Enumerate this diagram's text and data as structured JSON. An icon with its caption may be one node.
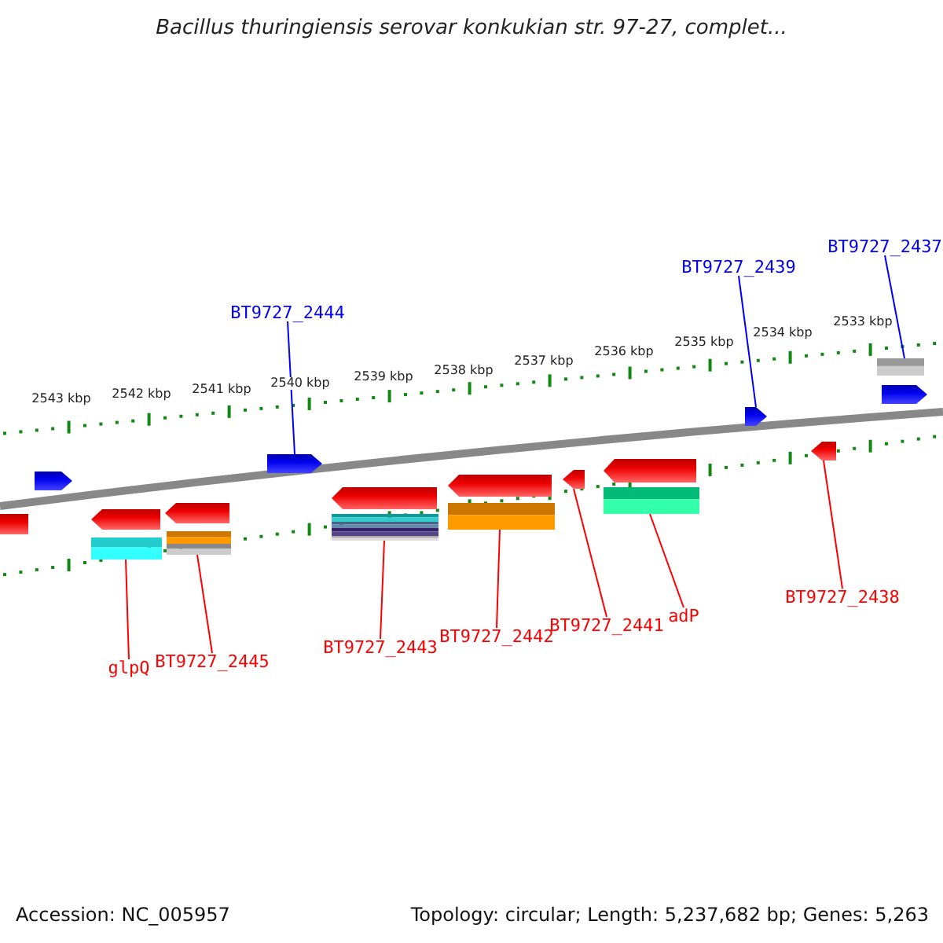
{
  "diagram": {
    "title": "Bacillus thuringiensis serovar konkukian str. 97-27, complet...",
    "nodes": [
      {
        "text": [
          "BT9727_2444"
        ]
      },
      {
        "text": [
          "BT9727_2439"
        ]
      },
      {
        "text": [
          "BT9727_2437"
        ]
      },
      {
        "text": [
          "glpQ"
        ]
      },
      {
        "text": [
          "BT9727_2445"
        ]
      },
      {
        "text": [
          "BT9727_2443"
        ]
      },
      {
        "text": [
          "BT9727_2442"
        ]
      },
      {
        "text": [
          "BT9727_2441"
        ]
      },
      {
        "text": [
          "adP"
        ]
      },
      {
        "text": [
          "BT9727_2438"
        ]
      },
      {
        "text": [],
        "shape": "arrow"
      },
      {
        "text": [],
        "shape": "arrow"
      },
      {
        "text": [],
        "shape": "arrow"
      },
      {
        "text": [],
        "shape": "arrow"
      },
      {
        "text": [],
        "shape": "arrow"
      },
      {
        "text": [],
        "shape": "arrow"
      },
      {
        "text": [],
        "shape": "arrow"
      },
      {
        "text": [],
        "shape": "arrow"
      },
      {
        "text": [],
        "shape": "arrow"
      },
      {
        "text": [],
        "shape": "arrow"
      },
      {
        "text": [],
        "shape": "arrow"
      },
      {
        "text": [],
        "shape": "arrow"
      }
    ],
    "edges": [
      {
        "from": 0,
        "to": 10,
        "arrow": "none",
        "color": "#0000ff"
      },
      {
        "from": 1,
        "to": 11,
        "arrow": "none",
        "color": "#0000ff"
      },
      {
        "from": 2,
        "to": 12,
        "arrow": "none",
        "color": "#0000ff"
      },
      {
        "from": 3,
        "to": 13,
        "arrow": "none"
      },
      {
        "from": 4,
        "to": 14,
        "arrow": "none"
      },
      {
        "from": 5,
        "to": 15,
        "arrow": "none"
      },
      {
        "from": 6,
        "to": 16,
        "arrow": "none"
      },
      {
        "from": 7,
        "to": 17,
        "arrow": "none"
      },
      {
        "from": 8,
        "to": 18,
        "arrow": "none"
      },
      {
        "from": 9,
        "to": 19,
        "arrow": "none"
      }
    ],
    "labels": [
      "2543 kbp",
      "2542 kbp",
      "2541 kbp",
      "2540 kbp",
      "2539 kbp",
      "2538 kbp",
      "2537 kbp",
      "2536 kbp",
      "2535 kbp",
      "2534 kbp",
      "2533 kbp",
      "Accession: NC_005957",
      "Topology: circular; Length: 5,237,682 bp; Genes: 5,263"
    ]
  }
}
